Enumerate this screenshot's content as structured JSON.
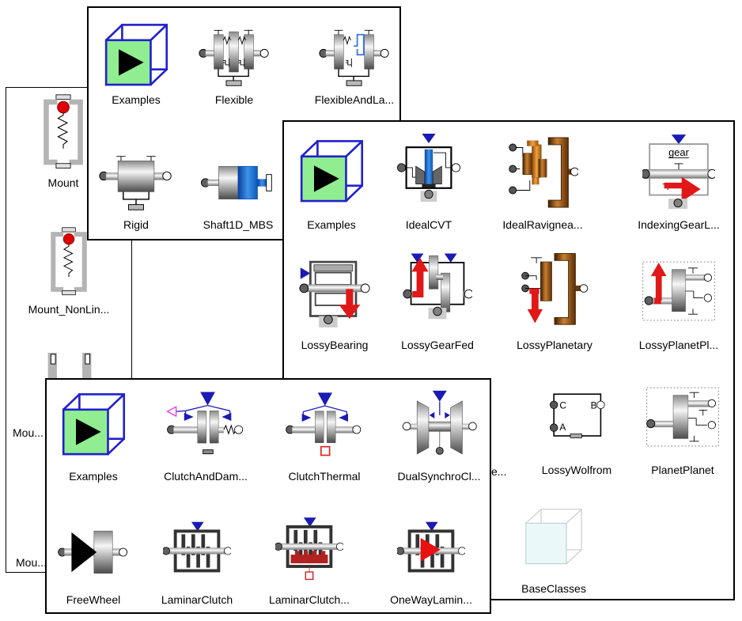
{
  "colors": {
    "examples_green": "#90EE90",
    "examples_blue": "#2222CC",
    "navy_triangle": "#1A1AB4",
    "loss_red": "#E01818",
    "damper_magenta": "#E040E0",
    "gear_brown": "#8B4513",
    "mount_red": "#DD0000",
    "baseclasses_fill": "#EAF8FA"
  },
  "panels": {
    "mounts": {
      "items": [
        "Mount",
        "Mount_NonLin...",
        "Mou...",
        "Mou..."
      ]
    },
    "shaft": {
      "items": [
        "Examples",
        "Flexible",
        "FlexibleAndLa...",
        "Rigid",
        "Shaft1D_MBS"
      ]
    },
    "gears": {
      "items": [
        "Examples",
        "IdealCVT",
        "IdealRavignea...",
        "IndexingGearL...",
        "LossyBearing",
        "LossyGearFed",
        "LossyPlanetary",
        "LossyPlanetPl...",
        "e...",
        "LossyWolfrom",
        "PlanetPlanet",
        "BaseClasses"
      ],
      "gear_text": "gear",
      "wolfrom": {
        "a": "A",
        "b": "B",
        "c": "C"
      }
    },
    "clutches": {
      "items": [
        "Examples",
        "ClutchAndDam...",
        "ClutchThermal",
        "DualSynchroCl...",
        "FreeWheel",
        "LaminarClutch",
        "LaminarClutch...",
        "OneWayLamin..."
      ]
    }
  }
}
